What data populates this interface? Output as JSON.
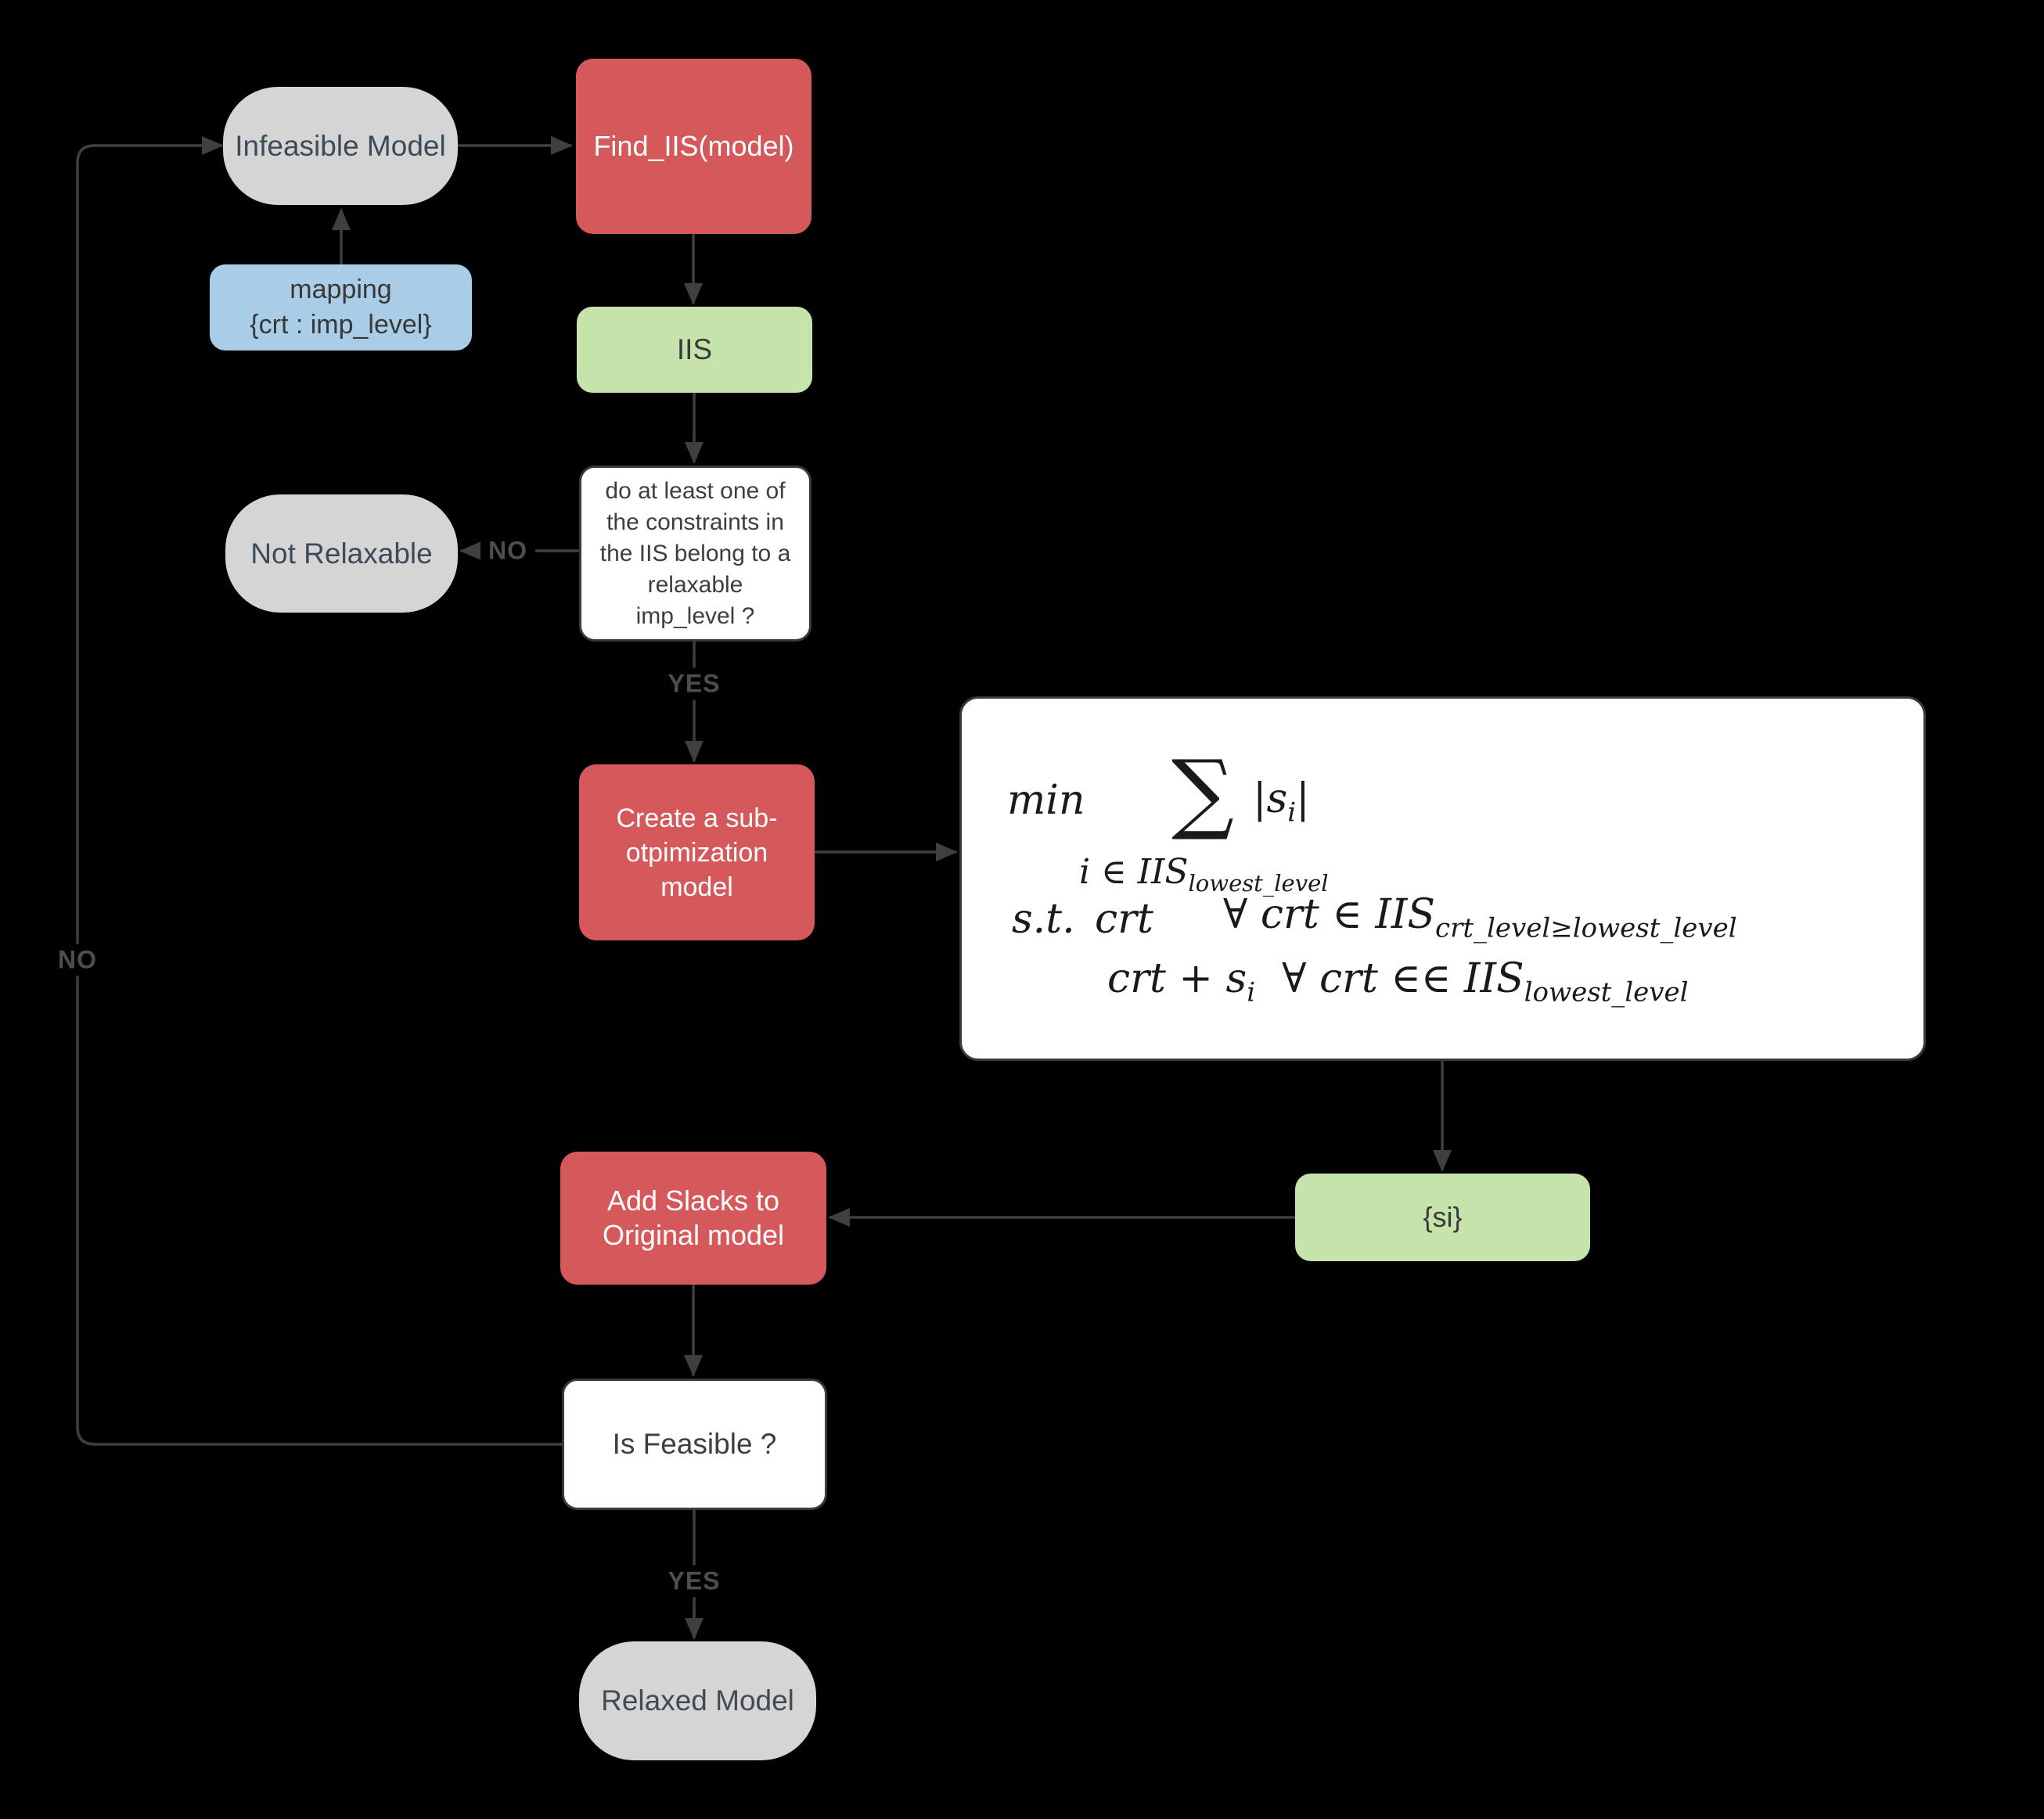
{
  "title": "Infeasible model relaxation flowchart",
  "colors": {
    "background": "#000000",
    "process_red": "#d5585a",
    "data_green": "#c5e3ab",
    "data_blue": "#a9cde6",
    "terminator_gray": "#d5d5d5",
    "decision_white": "#ffffff",
    "edge_line": "#3f3f3f",
    "edge_label_text": "#4e4e4e",
    "pill_text": "#3d4b59"
  },
  "nodes": {
    "infeasible_model": {
      "label": "Infeasible Model"
    },
    "find_iis": {
      "label": "Find_IIS(model)"
    },
    "mapping": {
      "line1": "mapping",
      "line2": "{crt : imp_level}"
    },
    "iis": {
      "label": "IIS"
    },
    "decision_relaxable": {
      "lines": [
        "do at least one of",
        "the constraints in",
        "the IIS belong to a",
        "relaxable",
        "imp_level ?"
      ]
    },
    "not_relaxable": {
      "label": "Not Relaxable"
    },
    "create_submodel": {
      "label": "Create a sub-otpimization model"
    },
    "add_slacks": {
      "label": "Add Slacks to Original model"
    },
    "si_set": {
      "label": "{si}"
    },
    "is_feasible": {
      "label": "Is Feasible ?"
    },
    "relaxed_model": {
      "label": "Relaxed Model"
    }
  },
  "edge_labels": {
    "loop_no": "NO",
    "not_relaxable_no": "NO",
    "decision_yes": "YES",
    "feasible_yes": "YES"
  },
  "math": {
    "line1": {
      "min": "min",
      "sum": "∑",
      "arg_pre": "|s",
      "arg_sub": "i",
      "arg_post": "|"
    },
    "line2": {
      "base": "i ∈ IIS",
      "sub": "lowest_level"
    },
    "line3": {
      "st": "s.t.",
      "var": "crt",
      "cond": "∀ crt ∈ IIS",
      "cond_sub": "crt_level≥lowest_level"
    },
    "line4": {
      "base": "crt + s",
      "base_sub": "i",
      "cond": "∀ crt ∈∈ IIS",
      "cond_sub": "lowest_level"
    }
  }
}
